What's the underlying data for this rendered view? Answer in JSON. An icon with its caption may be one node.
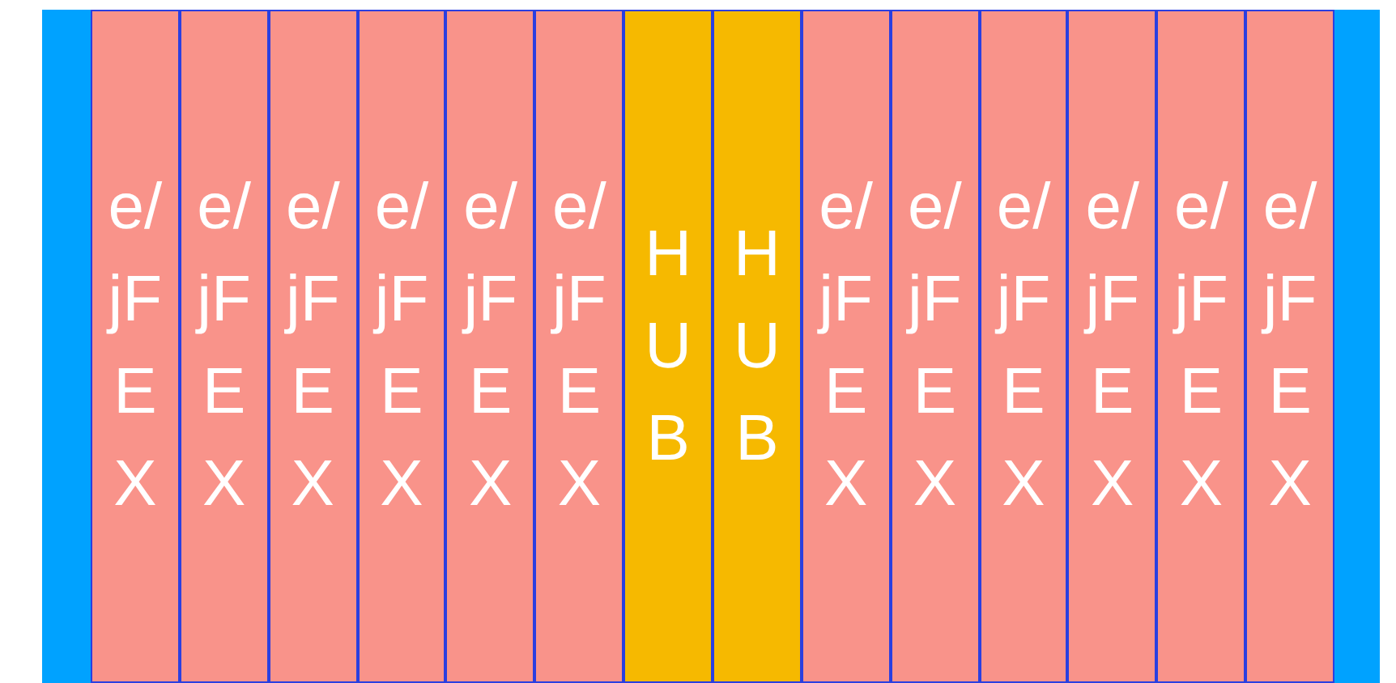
{
  "diagram": {
    "nodes": [
      {
        "text": [
          "e/jFEX"
        ]
      },
      {
        "text": [
          "e/jFEX"
        ]
      },
      {
        "text": [
          "e/jFEX"
        ]
      },
      {
        "text": [
          "e/jFEX"
        ]
      },
      {
        "text": [
          "e/jFEX"
        ]
      },
      {
        "text": [
          "e/jFEX"
        ]
      },
      {
        "text": [
          "HUB"
        ]
      },
      {
        "text": [
          "HUB"
        ]
      },
      {
        "text": [
          "e/jFEX"
        ]
      },
      {
        "text": [
          "e/jFEX"
        ]
      },
      {
        "text": [
          "e/jFEX"
        ]
      },
      {
        "text": [
          "e/jFEX"
        ]
      },
      {
        "text": [
          "e/jFEX"
        ]
      },
      {
        "text": [
          "e/jFEX"
        ]
      }
    ]
  }
}
